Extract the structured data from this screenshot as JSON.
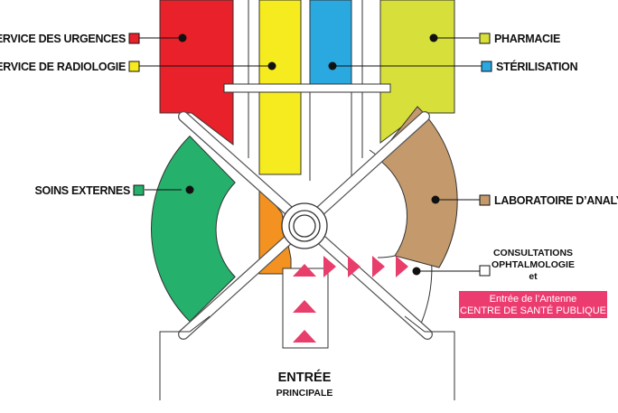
{
  "colors": {
    "urgences": "#e8212a",
    "radiologie": "#f5eb1f",
    "sterilisation": "#2aa8e0",
    "pharmacie": "#d7e03a",
    "soins_externes": "#25b06b",
    "laboratoire": "#c49a6c",
    "orange_zone": "#f39220",
    "arrow": "#e83e6c",
    "antenne_bg": "#ec3b6f"
  },
  "labels": {
    "urgences": "SERVICE DES URGENCES",
    "radiologie": "SERVICE DE RADIOLOGIE",
    "pharmacie": "PHARMACIE",
    "sterilisation": "STÉRILISATION",
    "soins_externes": "SOINS EXTERNES",
    "laboratoire": "LABORATOIRE D’ANALYSES",
    "consultations_1": "CONSULTATIONS",
    "consultations_2": "OPHTALMOLOGIE",
    "consultations_3": "et",
    "antenne_1": "Entrée de l’Antenne",
    "antenne_2": "CENTRE DE SANTÉ PUBLIQUE",
    "entree_1": "ENTRÉE",
    "entree_2": "PRINCIPALE"
  }
}
